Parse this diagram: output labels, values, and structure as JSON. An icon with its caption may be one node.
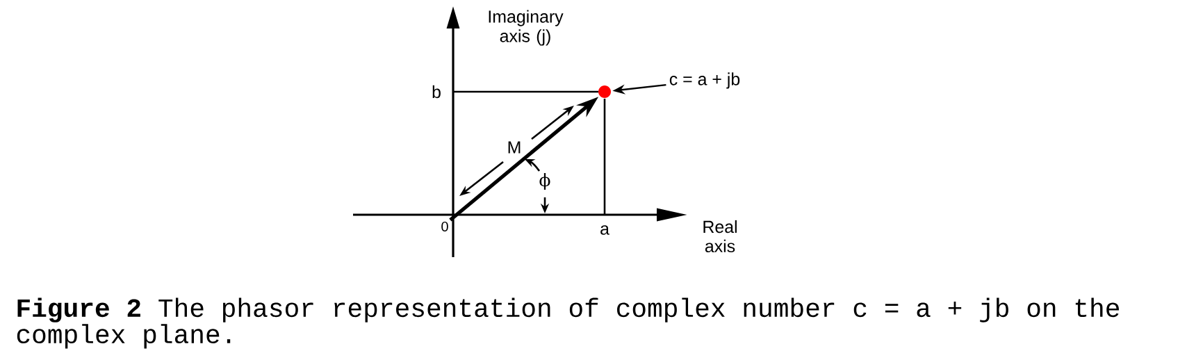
{
  "diagram": {
    "caption": "**Figure 2**  The phasor representation of complex number c = a + jb on the complex plane.",
    "nodes": [
      {
        "text": [],
        "shape": "circle"
      },
      {
        "text": [
          "c = a + jb"
        ]
      },
      {
        "text": [
          "0"
        ]
      }
    ],
    "edges": [
      {
        "from": 1,
        "to": 0,
        "arrow": "to"
      },
      {
        "from": 2,
        "to": 0,
        "arrow": "to",
        "style": "thick"
      }
    ],
    "labels": [
      "Imaginary axis (j)",
      "b",
      "M",
      "ϕ",
      "a",
      "Real axis"
    ]
  }
}
